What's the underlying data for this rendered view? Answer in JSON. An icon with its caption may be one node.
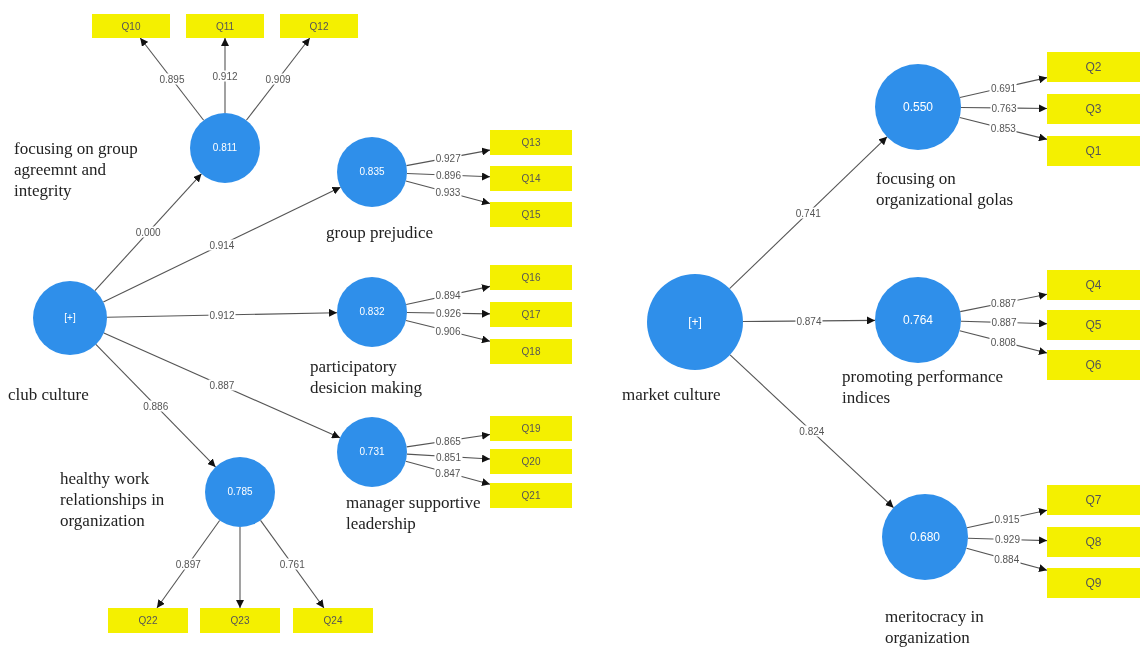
{
  "diagram": {
    "nodes": [
      {
        "text": [
          "[+]"
        ],
        "beside": [
          "club culture"
        ]
      },
      {
        "text": [
          "0.811"
        ],
        "beside": [
          "focusing on group agreemnt and integrity"
        ]
      },
      {
        "text": [
          "Q10"
        ]
      },
      {
        "text": [
          "Q11"
        ]
      },
      {
        "text": [
          "Q12"
        ]
      },
      {
        "text": [
          "0.835"
        ],
        "beside": [
          "group prejudice"
        ]
      },
      {
        "text": [
          "Q13"
        ]
      },
      {
        "text": [
          "Q14"
        ]
      },
      {
        "text": [
          "Q15"
        ]
      },
      {
        "text": [
          "0.832"
        ],
        "beside": [
          "participatory desicion making"
        ]
      },
      {
        "text": [
          "Q16"
        ]
      },
      {
        "text": [
          "Q17"
        ]
      },
      {
        "text": [
          "Q18"
        ]
      },
      {
        "text": [
          "0.731"
        ],
        "beside": [
          "manager supportive leadership"
        ]
      },
      {
        "text": [
          "Q19"
        ]
      },
      {
        "text": [
          "Q20"
        ]
      },
      {
        "text": [
          "Q21"
        ]
      },
      {
        "text": [
          "0.785"
        ],
        "beside": [
          "healthy work relationships in organization"
        ]
      },
      {
        "text": [
          "Q22"
        ]
      },
      {
        "text": [
          "Q23"
        ]
      },
      {
        "text": [
          "Q24"
        ]
      },
      {
        "text": [
          "[+]"
        ],
        "beside": [
          "market culture"
        ]
      },
      {
        "text": [
          "0.550"
        ],
        "beside": [
          "focusing on organizational golas"
        ]
      },
      {
        "text": [
          "Q2"
        ]
      },
      {
        "text": [
          "Q3"
        ]
      },
      {
        "text": [
          "Q1"
        ]
      },
      {
        "text": [
          "0.764"
        ],
        "beside": [
          "promoting performance indices"
        ]
      },
      {
        "text": [
          "Q4"
        ]
      },
      {
        "text": [
          "Q5"
        ]
      },
      {
        "text": [
          "Q6"
        ]
      },
      {
        "text": [
          "0.680"
        ],
        "beside": [
          "meritocracy in organization"
        ]
      },
      {
        "text": [
          "Q7"
        ]
      },
      {
        "text": [
          "Q8"
        ]
      },
      {
        "text": [
          "Q9"
        ]
      }
    ],
    "edges": [
      {
        "from": 0,
        "to": 1,
        "arrow": "to",
        "label": "0.000"
      },
      {
        "from": 0,
        "to": 5,
        "arrow": "to",
        "label": "0.914"
      },
      {
        "from": 0,
        "to": 9,
        "arrow": "to",
        "label": "0.912"
      },
      {
        "from": 0,
        "to": 13,
        "arrow": "to",
        "label": "0.887"
      },
      {
        "from": 0,
        "to": 17,
        "arrow": "to",
        "label": "0.886"
      },
      {
        "from": 1,
        "to": 2,
        "arrow": "to",
        "label": "0.895"
      },
      {
        "from": 1,
        "to": 3,
        "arrow": "to",
        "label": "0.912"
      },
      {
        "from": 1,
        "to": 4,
        "arrow": "to",
        "label": "0.909"
      },
      {
        "from": 5,
        "to": 6,
        "arrow": "to",
        "label": "0.927"
      },
      {
        "from": 5,
        "to": 7,
        "arrow": "to",
        "label": "0.896"
      },
      {
        "from": 5,
        "to": 8,
        "arrow": "to",
        "label": "0.933"
      },
      {
        "from": 9,
        "to": 10,
        "arrow": "to",
        "label": "0.894"
      },
      {
        "from": 9,
        "to": 11,
        "arrow": "to",
        "label": "0.926"
      },
      {
        "from": 9,
        "to": 12,
        "arrow": "to",
        "label": "0.906"
      },
      {
        "from": 13,
        "to": 14,
        "arrow": "to",
        "label": "0.865"
      },
      {
        "from": 13,
        "to": 15,
        "arrow": "to",
        "label": "0.851"
      },
      {
        "from": 13,
        "to": 16,
        "arrow": "to",
        "label": "0.847"
      },
      {
        "from": 17,
        "to": 18,
        "arrow": "to",
        "label": "0.897"
      },
      {
        "from": 17,
        "to": 19,
        "arrow": "to"
      },
      {
        "from": 17,
        "to": 20,
        "arrow": "to",
        "label": "0.761"
      },
      {
        "from": 21,
        "to": 22,
        "arrow": "to",
        "label": "0.741"
      },
      {
        "from": 21,
        "to": 26,
        "arrow": "to",
        "label": "0.874"
      },
      {
        "from": 21,
        "to": 30,
        "arrow": "to",
        "label": "0.824"
      },
      {
        "from": 22,
        "to": 23,
        "arrow": "to",
        "label": "0.691"
      },
      {
        "from": 22,
        "to": 24,
        "arrow": "to",
        "label": "0.763"
      },
      {
        "from": 22,
        "to": 25,
        "arrow": "to",
        "label": "0.853"
      },
      {
        "from": 26,
        "to": 27,
        "arrow": "to",
        "label": "0.887"
      },
      {
        "from": 26,
        "to": 28,
        "arrow": "to",
        "label": "0.887"
      },
      {
        "from": 26,
        "to": 29,
        "arrow": "to",
        "label": "0.808"
      },
      {
        "from": 30,
        "to": 31,
        "arrow": "to",
        "label": "0.915"
      },
      {
        "from": 30,
        "to": 32,
        "arrow": "to",
        "label": "0.929"
      },
      {
        "from": 30,
        "to": 33,
        "arrow": "to",
        "label": "0.884"
      }
    ]
  }
}
